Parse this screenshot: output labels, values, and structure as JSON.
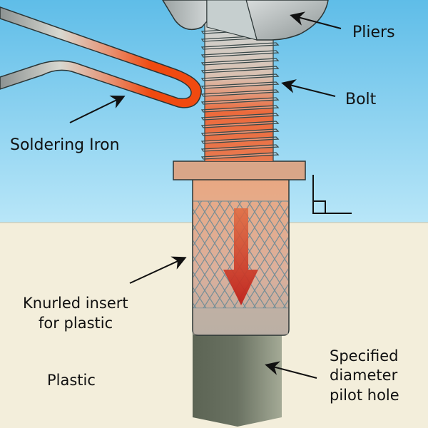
{
  "diagram": {
    "labels": {
      "pliers": "Pliers",
      "bolt": "Bolt",
      "soldering_iron": "Soldering Iron",
      "knurled_line1": "Knurled insert",
      "knurled_line2": "for plastic",
      "plastic": "Plastic",
      "pilot_line1": "Specified",
      "pilot_line2": "diameter",
      "pilot_line3": "pilot hole"
    },
    "icons": {
      "right_angle": "right-angle-icon",
      "direction": "down-arrow-icon"
    },
    "colors": {
      "sky_top": "#5fbde8",
      "sky_bottom": "#b8e6f8",
      "plastic": "#f3eedb",
      "iron_hot": "#f04a10",
      "iron_cold": "#9ea4a4",
      "bolt_steel": "#c8d2d2",
      "insert_brass": "#e4a684",
      "flange": "#d9a688",
      "pilot_hole": "#6f7767",
      "arrow_red": "#c0281a",
      "outline": "#2b3535"
    }
  }
}
